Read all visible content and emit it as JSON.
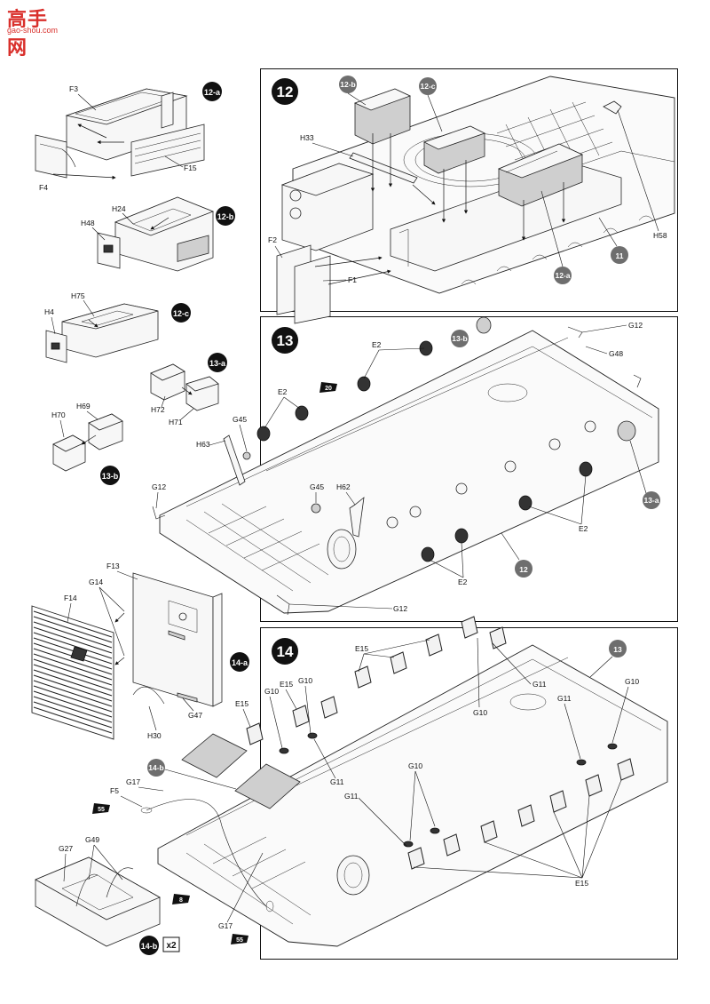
{
  "watermark": {
    "brand": "高手网",
    "url": "gao-shou.com"
  },
  "steps": {
    "s12": "12",
    "s13": "13",
    "s14": "14"
  },
  "subassemblies": {
    "a12": "12-a",
    "b12": "12-b",
    "c12": "12-c",
    "a13": "13-a",
    "b13": "13-b",
    "a14": "14-a",
    "b14": "14-b"
  },
  "refs": {
    "r11": "11",
    "r12": "12",
    "r13": "13"
  },
  "flags": {
    "f20": "20",
    "f55": "55",
    "f8": "8"
  },
  "multiplier": "x2",
  "parts": {
    "F3": "F3",
    "F4": "F4",
    "F15": "F15",
    "H24": "H24",
    "H48": "H48",
    "H75": "H75",
    "H4": "H4",
    "H72": "H72",
    "H71": "H71",
    "H70": "H70",
    "H69": "H69",
    "H33": "H33",
    "F2": "F2",
    "F1": "F1",
    "H58": "H58",
    "E2": "E2",
    "G12": "G12",
    "G48": "G48",
    "G45": "G45",
    "H63": "H63",
    "H62": "H62",
    "F13": "F13",
    "F14": "F14",
    "G14": "G14",
    "G47": "G47",
    "H30": "H30",
    "F5": "F5",
    "G17": "G17",
    "G49": "G49",
    "G27": "G27",
    "E15": "E15",
    "G10": "G10",
    "G11": "G11"
  },
  "colors": {
    "badge": "#111111",
    "ref_badge": "#7a7a7a",
    "watermark": "#d9302c"
  }
}
